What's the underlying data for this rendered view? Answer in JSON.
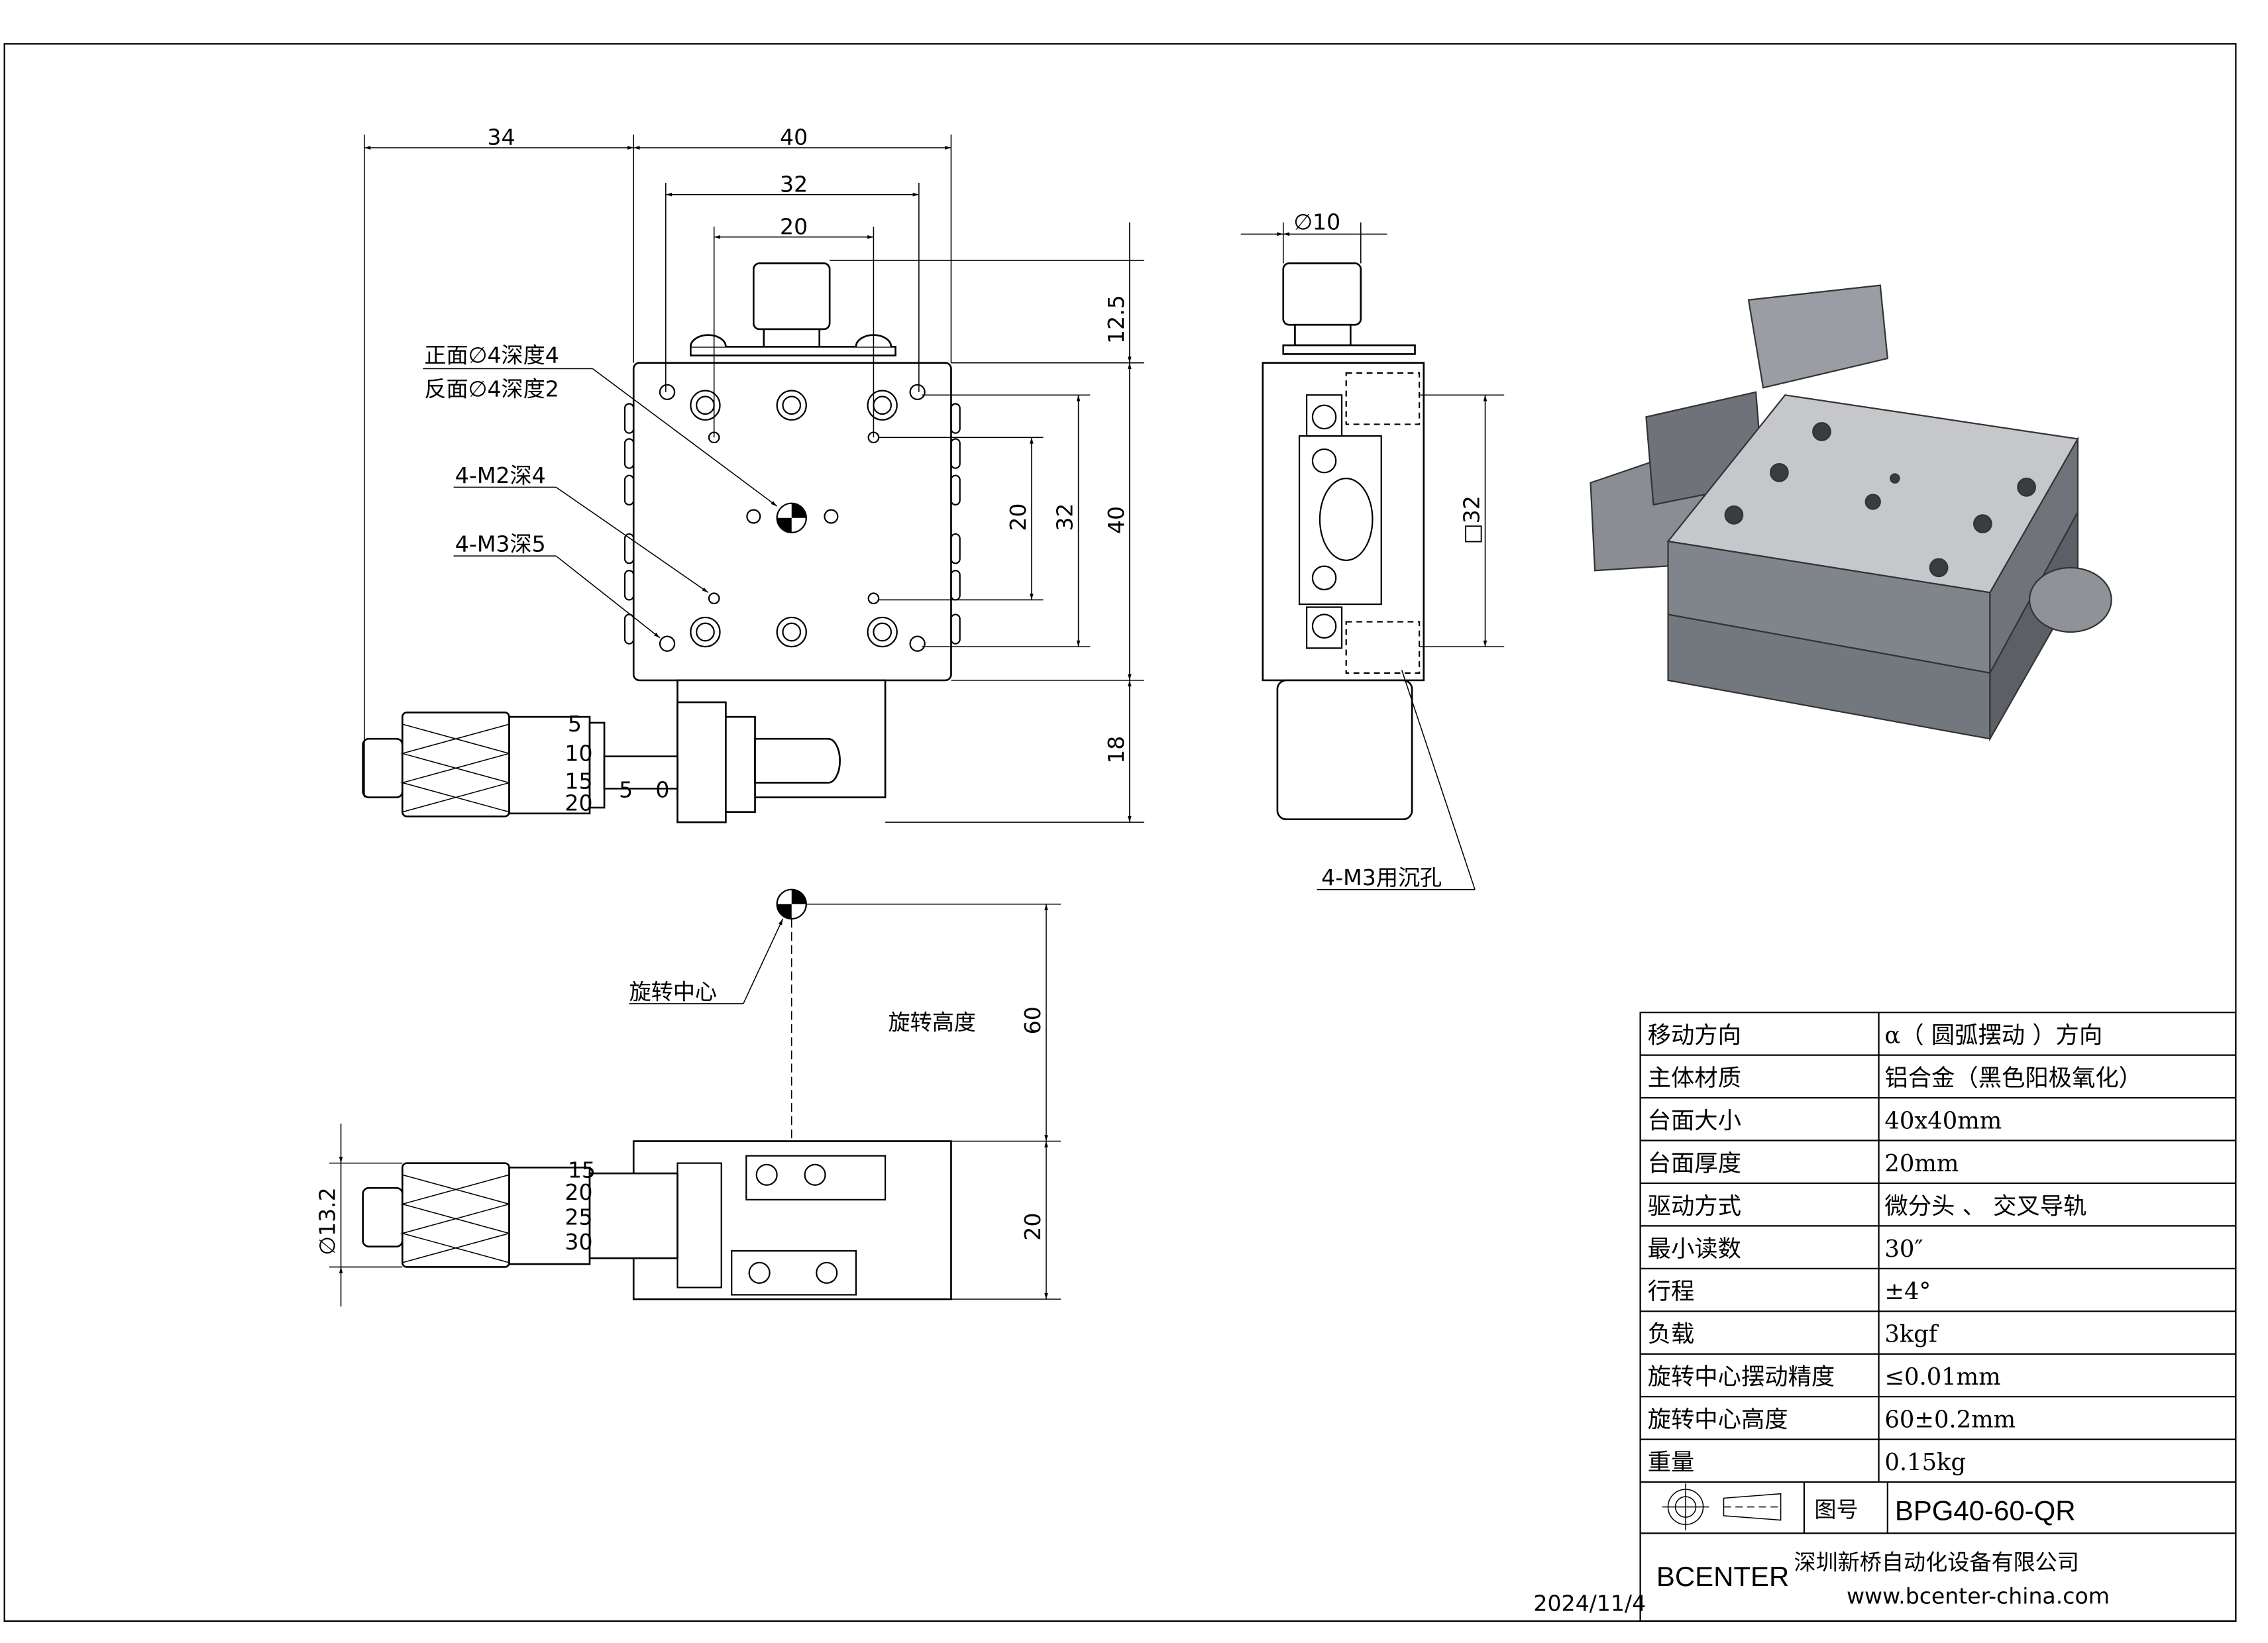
{
  "date": "2024/11/4",
  "top_view": {
    "dims": {
      "d34": "34",
      "d40w": "40",
      "d32w": "32",
      "d20w": "20",
      "d12_5": "12.5",
      "d40h": "40",
      "d32h": "32",
      "d20h": "20",
      "d18": "18"
    },
    "notes": {
      "front_hole": "正面∅4深度4",
      "back_hole": "反面∅4深度2",
      "m2": "4-M2深4",
      "m3": "4-M3深5"
    },
    "micrometer_scale": [
      "5",
      "10",
      "15",
      "20"
    ],
    "sleeve_scale": [
      "5",
      "0"
    ]
  },
  "side_view": {
    "d10": "∅10",
    "d32sq": "□32",
    "note": "4-M3用沉孔"
  },
  "front_view": {
    "center_label": "旋转中心",
    "height_label": "旋转高度",
    "d60": "60",
    "d20": "20",
    "d13_2": "∅13.2",
    "scale": [
      "15",
      "20",
      "25",
      "30"
    ]
  },
  "spec_table": {
    "rows": [
      {
        "label": "移动方向",
        "value": "α（ 圆弧摆动 ）方向"
      },
      {
        "label": "主体材质",
        "value": "铝合金（黑色阳极氧化）"
      },
      {
        "label": "台面大小",
        "value": "40x40mm"
      },
      {
        "label": "台面厚度",
        "value": "20mm"
      },
      {
        "label": "驱动方式",
        "value": "微分头 、 交叉导轨"
      },
      {
        "label": "最小读数",
        "value": "30″"
      },
      {
        "label": "行程",
        "value": "±4°"
      },
      {
        "label": "负载",
        "value": "3kgf"
      },
      {
        "label": "旋转中心摆动精度",
        "value": "≤0.01mm"
      },
      {
        "label": "旋转中心高度",
        "value": "60±0.2mm"
      },
      {
        "label": "重量",
        "value": "0.15kg"
      }
    ]
  },
  "title_block": {
    "drawing_no_label": "图号",
    "drawing_no": "BPG40-60-QR",
    "brand": "BCENTER",
    "company": "深圳新桥自动化设备有限公司",
    "website": "www.bcenter-china.com"
  }
}
